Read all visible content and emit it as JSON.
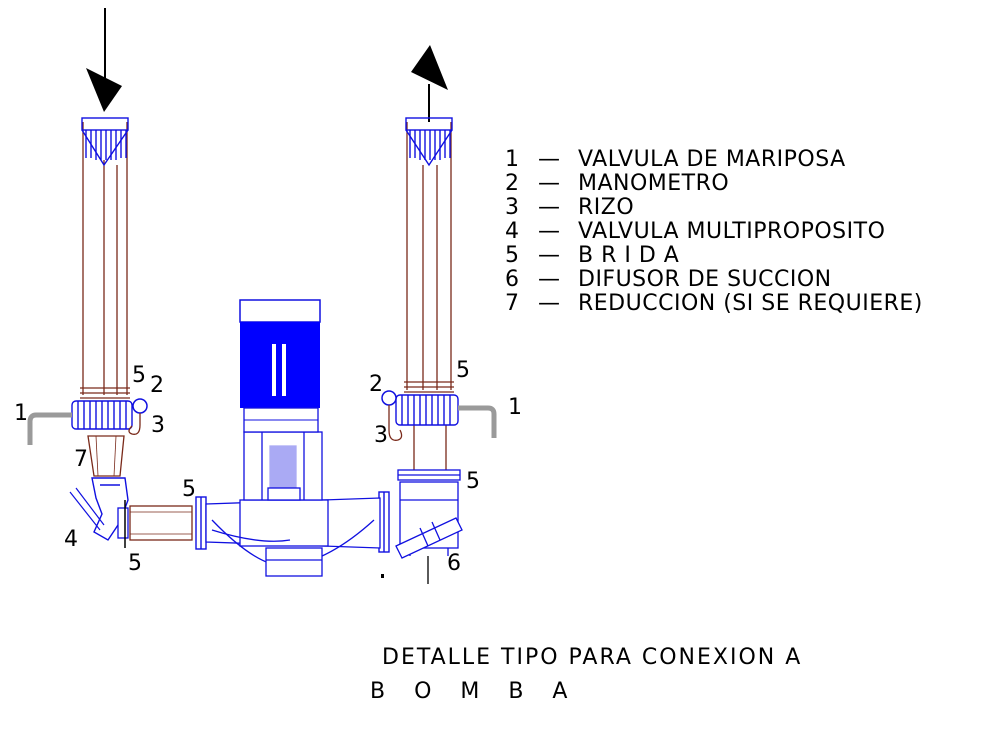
{
  "legend": {
    "items": [
      {
        "num": "1",
        "dash": "—",
        "text": "VALVULA DE MARIPOSA"
      },
      {
        "num": "2",
        "dash": "—",
        "text": "MANOMETRO"
      },
      {
        "num": "3",
        "dash": "—",
        "text": "RIZO"
      },
      {
        "num": "4",
        "dash": "—",
        "text": "VALVULA MULTIPROPOSITO"
      },
      {
        "num": "5",
        "dash": "—",
        "text": "B R I D A"
      },
      {
        "num": "6",
        "dash": "—",
        "text": "DIFUSOR DE SUCCION"
      },
      {
        "num": "7",
        "dash": "—",
        "text": "REDUCCION (SI SE REQUIERE)"
      }
    ]
  },
  "callouts": {
    "left_1": "1",
    "left_2": "2",
    "left_3": "3",
    "left_4": "4",
    "left_5_top": "5",
    "left_5_bottom": "5",
    "left_5_flange": "5",
    "left_7": "7",
    "right_1": "1",
    "right_2": "2",
    "right_3": "3",
    "right_5_top": "5",
    "right_5_bottom": "5",
    "right_6": "6"
  },
  "caption": {
    "line1": "DETALLE TIPO PARA CONEXION A",
    "line2": "B   O   M   B   A"
  },
  "colors": {
    "line_black": "#000000",
    "pipe_brown": "#7a2a1a",
    "equipment_blue": "#1010e0",
    "motor_blue": "#0000ff",
    "loop_gray": "#9a9a9a",
    "background": "#ffffff"
  }
}
